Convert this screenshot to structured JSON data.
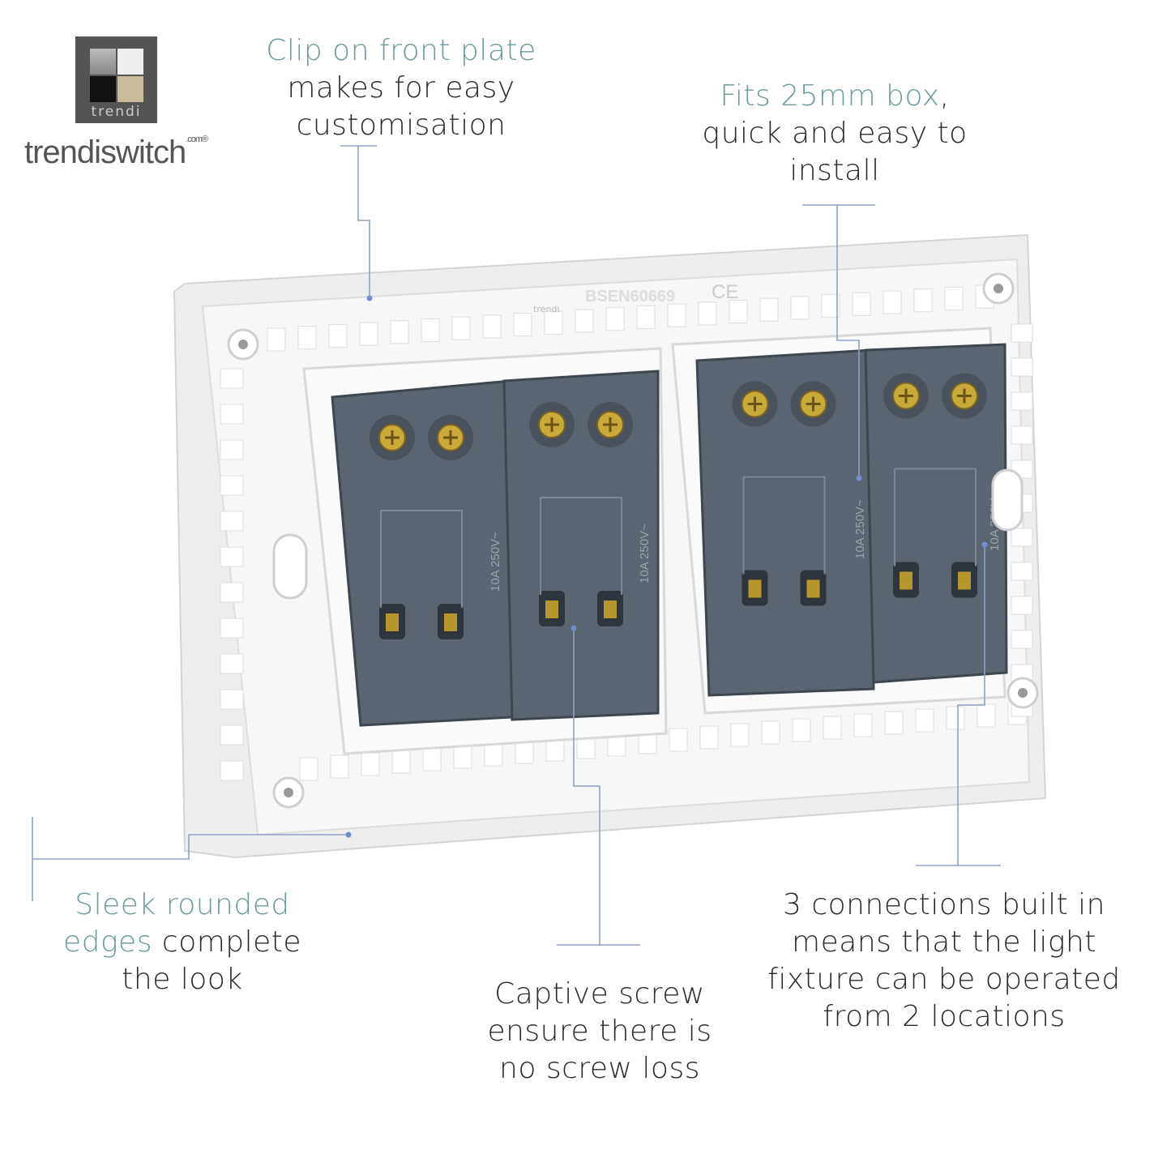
{
  "logo": {
    "mark_text": "trendi",
    "wordmark": "trendiswitch",
    "wordmark_suffix": ".com®"
  },
  "plate_markings": {
    "brand": "trendi",
    "standard": "BSEN60669",
    "ce": "CE",
    "rating": "10A 250V~"
  },
  "callouts": [
    {
      "highlight": "Clip on front plate",
      "rest": "makes for easy customisation"
    },
    {
      "highlight": "Fits 25mm box",
      "rest": ", quick and easy to install"
    },
    {
      "highlight": "Sleek rounded edges",
      "rest": "complete the look"
    },
    {
      "highlight": "",
      "rest": "Captive screw ensure there is no screw loss"
    },
    {
      "highlight": "",
      "rest": "3 connections built in means that the light fixture can be operated from 2 locations"
    }
  ],
  "colors": {
    "highlight": "#6b9b9c",
    "text": "#2b2b2b",
    "leader": "#8ea2c6",
    "module": "#5b6572",
    "plate": "#f4f4f4"
  }
}
